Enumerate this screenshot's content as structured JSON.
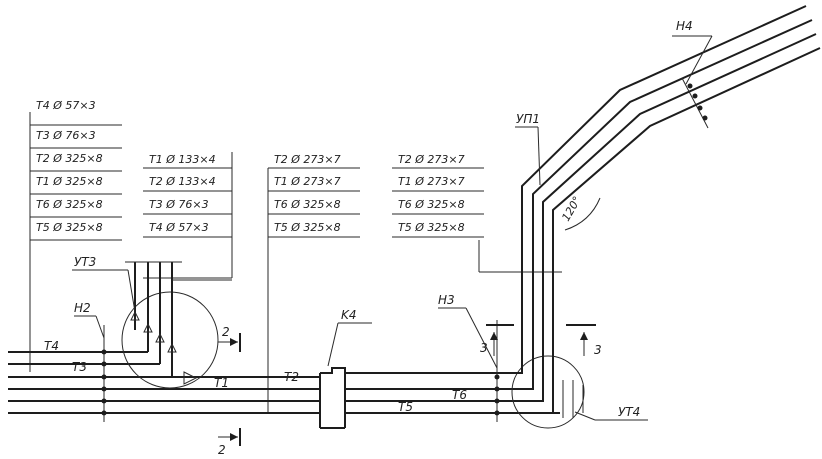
{
  "spec_tables": [
    {
      "rows": [
        "T4 Ø 57×3",
        "T3 Ø 76×3",
        "T2 Ø 325×8",
        "T1 Ø 325×8",
        "T6 Ø 325×8",
        "T5 Ø 325×8"
      ]
    },
    {
      "rows": [
        "T1 Ø 133×4",
        "T2 Ø 133×4",
        "T3 Ø 76×3",
        "T4 Ø 57×3"
      ]
    },
    {
      "rows": [
        "T2 Ø 273×7",
        "T1 Ø 273×7",
        "T6 Ø 325×8",
        "T5 Ø 325×8"
      ]
    },
    {
      "rows": [
        "T2 Ø 273×7",
        "T1 Ø 273×7",
        "T6 Ø 325×8",
        "T5 Ø 325×8"
      ]
    }
  ],
  "labels": {
    "h4": "H4",
    "up1": "УП1",
    "ut3": "УТ3",
    "h2": "H2",
    "k4": "K4",
    "h3": "H3",
    "ut4": "УТ4",
    "t4": "T4",
    "t3": "T3",
    "t1": "T1",
    "t2": "T2",
    "t6": "T6",
    "t5": "T5",
    "angle": "120°",
    "section2_top": "2",
    "section2_bottom": "2",
    "section3_left": "3",
    "section3_right": "3"
  }
}
